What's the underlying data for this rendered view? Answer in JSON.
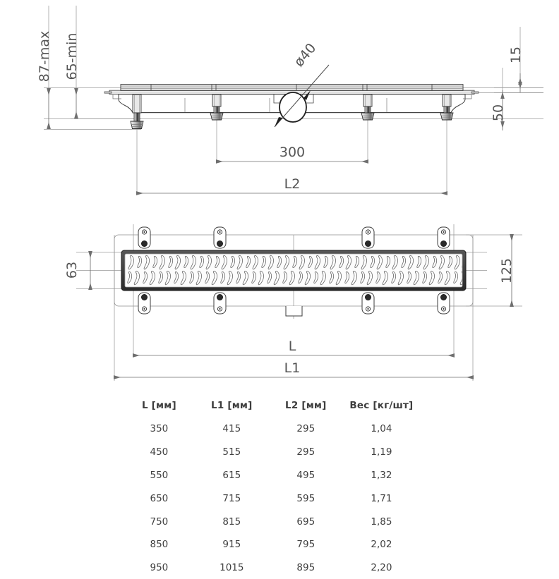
{
  "drawing": {
    "title": "Linear shower drain channel - technical drawing",
    "line_color": "#7d7d7d",
    "heavy_color": "#2e2e2e",
    "dim_text_color": "#555555"
  },
  "section_view": {
    "name": "front-section-view",
    "dimensions": {
      "height_max": "87-max",
      "height_min": "65-min",
      "outlet_diameter": "ø40",
      "outlet_spacing": "300",
      "body_length": "L2",
      "flange_thickness": "15",
      "body_depth": "50"
    }
  },
  "plan_view": {
    "name": "top-plan-view",
    "dimensions": {
      "grate_width": "63",
      "frame_width": "125",
      "grate_length": "L",
      "overall_length": "L1"
    },
    "mounting_tab_count": 8,
    "grate_pattern": "wave-slot"
  },
  "spec_table": {
    "headers": [
      "L [мм]",
      "L1 [мм]",
      "L2 [мм]",
      "Вес [кг/шт]"
    ],
    "rows": [
      [
        "350",
        "415",
        "295",
        "1,04"
      ],
      [
        "450",
        "515",
        "295",
        "1,19"
      ],
      [
        "550",
        "615",
        "495",
        "1,32"
      ],
      [
        "650",
        "715",
        "595",
        "1,71"
      ],
      [
        "750",
        "815",
        "695",
        "1,85"
      ],
      [
        "850",
        "915",
        "795",
        "2,02"
      ],
      [
        "950",
        "1015",
        "895",
        "2,20"
      ]
    ]
  }
}
